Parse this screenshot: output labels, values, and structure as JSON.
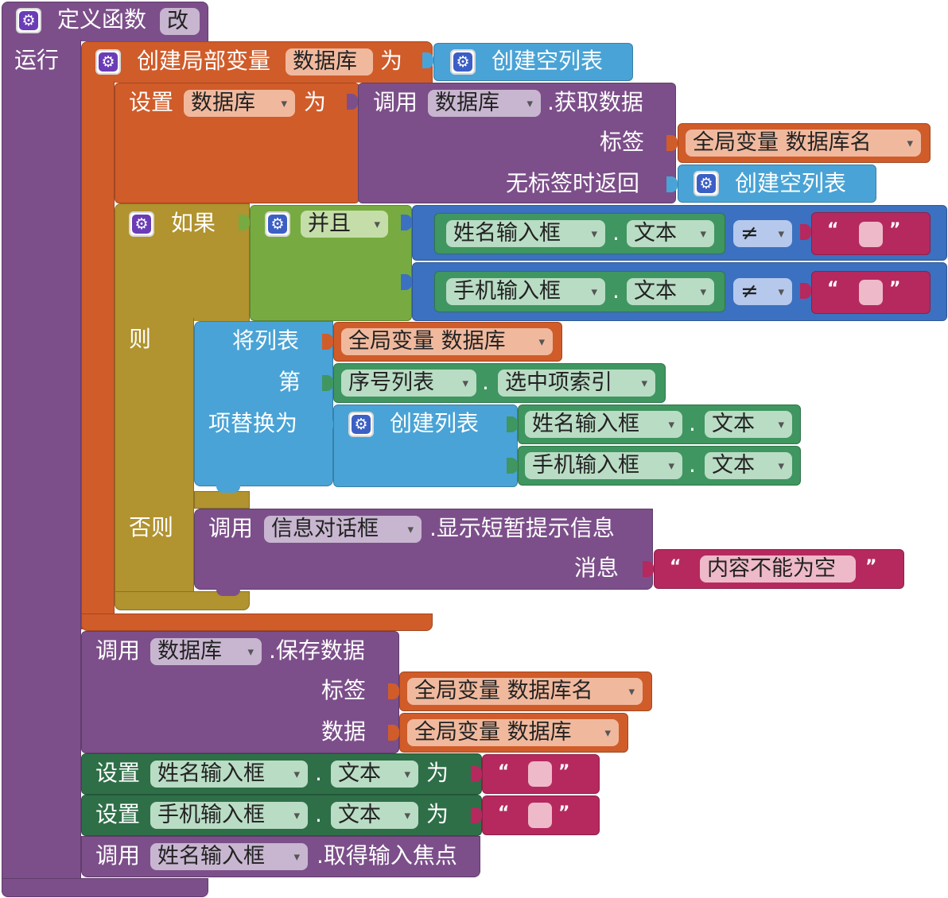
{
  "colors": {
    "procedure": "#7c4f8a",
    "local_var": "#d05c2a",
    "control": "#b1932f",
    "logic": "#77ab41",
    "compare": "#3b71c0",
    "list": "#49a3d6",
    "component": "#2e6f48",
    "component_get": "#3f9660",
    "text": "#b5295e",
    "gear": "#6a3db7"
  },
  "procedure": {
    "define": "定义函数",
    "name": "改",
    "run": "运行"
  },
  "local_var": {
    "label": "创建局部变量",
    "name": "数据库",
    "as": "为",
    "init": "创建空列表"
  },
  "set_db": {
    "set": "设置",
    "var": "数据库",
    "to": "为",
    "call": "调用",
    "component": "数据库",
    "method": ".获取数据",
    "tag_label": "标签",
    "tag_value": "全局变量 数据库名",
    "default_label": "无标签时返回",
    "default_value": "创建空列表"
  },
  "if_block": {
    "if": "如果",
    "and": "并且",
    "then": "则",
    "else": "否则"
  },
  "cond1": {
    "component": "姓名输入框",
    "prop": "文本",
    "op": "≠",
    "ql": "“",
    "qr": "”"
  },
  "cond2": {
    "component": "手机输入框",
    "prop": "文本",
    "op": "≠",
    "ql": "“",
    "qr": "”"
  },
  "replace": {
    "label_list": "将列表",
    "list_value": "全局变量 数据库",
    "label_index": "第",
    "index_component": "序号列表",
    "index_prop": "选中项索引",
    "label_replace": "项替换为",
    "make_list": "创建列表",
    "item1_component": "姓名输入框",
    "item1_prop": "文本",
    "item2_component": "手机输入框",
    "item2_prop": "文本"
  },
  "alert": {
    "call": "调用",
    "component": "信息对话框",
    "method": ".显示短暂提示信息",
    "msg_label": "消息",
    "msg_value": "内容不能为空",
    "ql": "“",
    "qr": "”"
  },
  "store": {
    "call": "调用",
    "component": "数据库",
    "method": ".保存数据",
    "tag_label": "标签",
    "tag_value": "全局变量 数据库名",
    "data_label": "数据",
    "data_value": "全局变量 数据库"
  },
  "clear1": {
    "set": "设置",
    "component": "姓名输入框",
    "prop": "文本",
    "to": "为",
    "ql": "“",
    "qr": "”"
  },
  "clear2": {
    "set": "设置",
    "component": "手机输入框",
    "prop": "文本",
    "to": "为",
    "ql": "“",
    "qr": "”"
  },
  "focus": {
    "call": "调用",
    "component": "姓名输入框",
    "method": ".取得输入焦点"
  },
  "icons": {
    "mutator": "gear-icon",
    "dropdown": "dropdown-arrow-icon"
  },
  "dot": ".",
  "dropdown_glyph": "▾",
  "gear_glyph": "⚙"
}
